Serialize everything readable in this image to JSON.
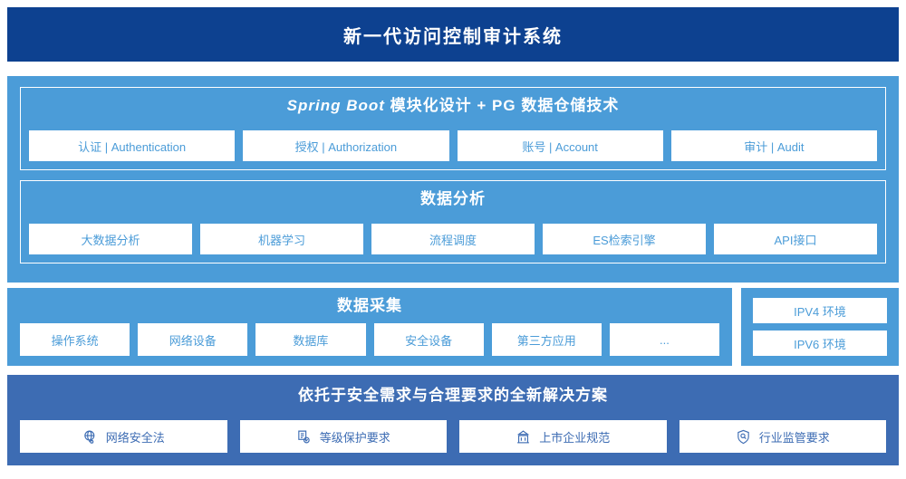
{
  "header": {
    "title": "新一代访问控制审计系统"
  },
  "architecture": {
    "springboot": {
      "title_brand": "Spring Boot",
      "title_rest": " 模块化设计 + PG 数据仓储技术",
      "cards": [
        {
          "label": "认证 | Authentication"
        },
        {
          "label": "授权 | Authorization"
        },
        {
          "label": "账号 | Account"
        },
        {
          "label": "审计 | Audit"
        }
      ]
    },
    "analysis": {
      "title": "数据分析",
      "cards": [
        {
          "label": "大数据分析"
        },
        {
          "label": "机器学习"
        },
        {
          "label": "流程调度"
        },
        {
          "label": "ES检索引擎"
        },
        {
          "label": "API接口"
        }
      ]
    }
  },
  "collection": {
    "title": "数据采集",
    "cards": [
      {
        "label": "操作系统"
      },
      {
        "label": "网络设备"
      },
      {
        "label": "数据库"
      },
      {
        "label": "安全设备"
      },
      {
        "label": "第三方应用"
      },
      {
        "label": "..."
      }
    ]
  },
  "environments": {
    "items": [
      {
        "label": "IPV4 环境"
      },
      {
        "label": "IPV6 环境"
      }
    ]
  },
  "solution": {
    "title": "依托于安全需求与合理要求的全新解决方案",
    "cards": [
      {
        "label": "网络安全法",
        "icon": "globe-network-icon"
      },
      {
        "label": "等级保护要求",
        "icon": "document-check-icon"
      },
      {
        "label": "上市企业规范",
        "icon": "bank-building-icon"
      },
      {
        "label": "行业监管要求",
        "icon": "shield-search-icon"
      }
    ]
  },
  "colors": {
    "header_navy": "#0d4190",
    "panel_blue": "#4b9cd8",
    "panel_dark_blue": "#3d6cb3",
    "card_white": "#ffffff"
  }
}
